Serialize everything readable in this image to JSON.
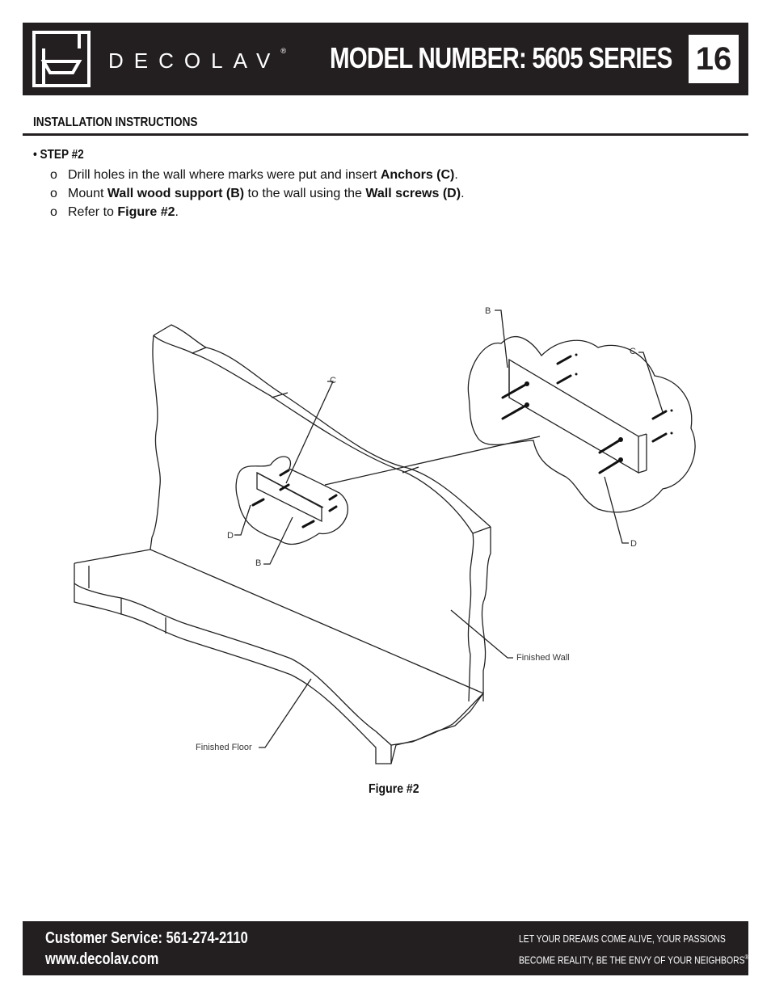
{
  "header": {
    "brand": "DECOLAV",
    "brand_mark": "®",
    "model_title": "MODEL NUMBER: 5605 SERIES",
    "page_number": "16"
  },
  "section_title": "INSTALLATION INSTRUCTIONS",
  "step": {
    "title": "• STEP #2",
    "items": [
      {
        "marker": "o",
        "parts": [
          "Drill holes in the wall where marks were put and insert ",
          "Anchors (C)",
          "."
        ]
      },
      {
        "marker": "o",
        "parts": [
          "Mount ",
          "Wall wood support (B)",
          " to the wall using the ",
          "Wall screws (D)",
          "."
        ]
      },
      {
        "marker": "o",
        "parts": [
          "Refer to ",
          "Figure #2",
          "."
        ]
      }
    ]
  },
  "figure": {
    "labels": {
      "b_top": "B",
      "c_top": "C",
      "c_left": "C",
      "d_left": "D",
      "b_left": "B",
      "d_right": "D",
      "finished_wall": "Finished Wall",
      "finished_floor": "Finished Floor"
    },
    "caption": "Figure #2"
  },
  "footer": {
    "customer_service": "Customer Service: 561-274-2110",
    "website": "www.decolav.com",
    "tagline_line1": "LET YOUR DREAMS COME ALIVE, YOUR PASSIONS",
    "tagline_line2": "BECOME REALITY, BE THE ENVY OF YOUR NEIGHBORS",
    "tagline_mark": "®"
  }
}
